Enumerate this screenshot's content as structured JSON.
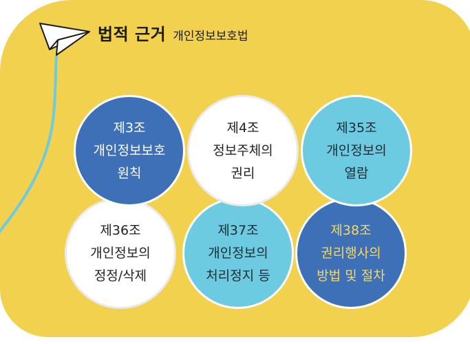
{
  "header": {
    "title": "법적 근거",
    "subtitle": "개인정보보호법"
  },
  "articles": [
    {
      "no": "제3조",
      "lines": [
        "개인정보보호",
        "원칙"
      ],
      "style": "dark",
      "color": "#3d70b7",
      "text_color": "#ffffff"
    },
    {
      "no": "제4조",
      "lines": [
        "정보주체의",
        "권리"
      ],
      "style": "light",
      "color": "#ffffff",
      "text_color": "#222222"
    },
    {
      "no": "제35조",
      "lines": [
        "개인정보의",
        "열람"
      ],
      "style": "cyan",
      "color": "#6ccbe0",
      "text_color": "#1f2a33"
    },
    {
      "no": "제36조",
      "lines": [
        "개인정보의",
        "정정/삭제"
      ],
      "style": "light",
      "color": "#ffffff",
      "text_color": "#222222"
    },
    {
      "no": "제37조",
      "lines": [
        "개인정보의",
        "처리정지 등"
      ],
      "style": "cyan",
      "color": "#6ccbe0",
      "text_color": "#1f2a33"
    },
    {
      "no": "제38조",
      "lines": [
        "권리행사의",
        "방법 및 절차"
      ],
      "style": "dark",
      "color": "#3d70b7",
      "text_color": "#f6d866"
    }
  ],
  "icons": [
    "paper-plane-icon",
    "flight-trail"
  ],
  "colors": {
    "background": "#f1d14e",
    "dark_blue": "#3d70b7",
    "cyan": "#6ccbe0",
    "trail": "#6ccbe0"
  }
}
